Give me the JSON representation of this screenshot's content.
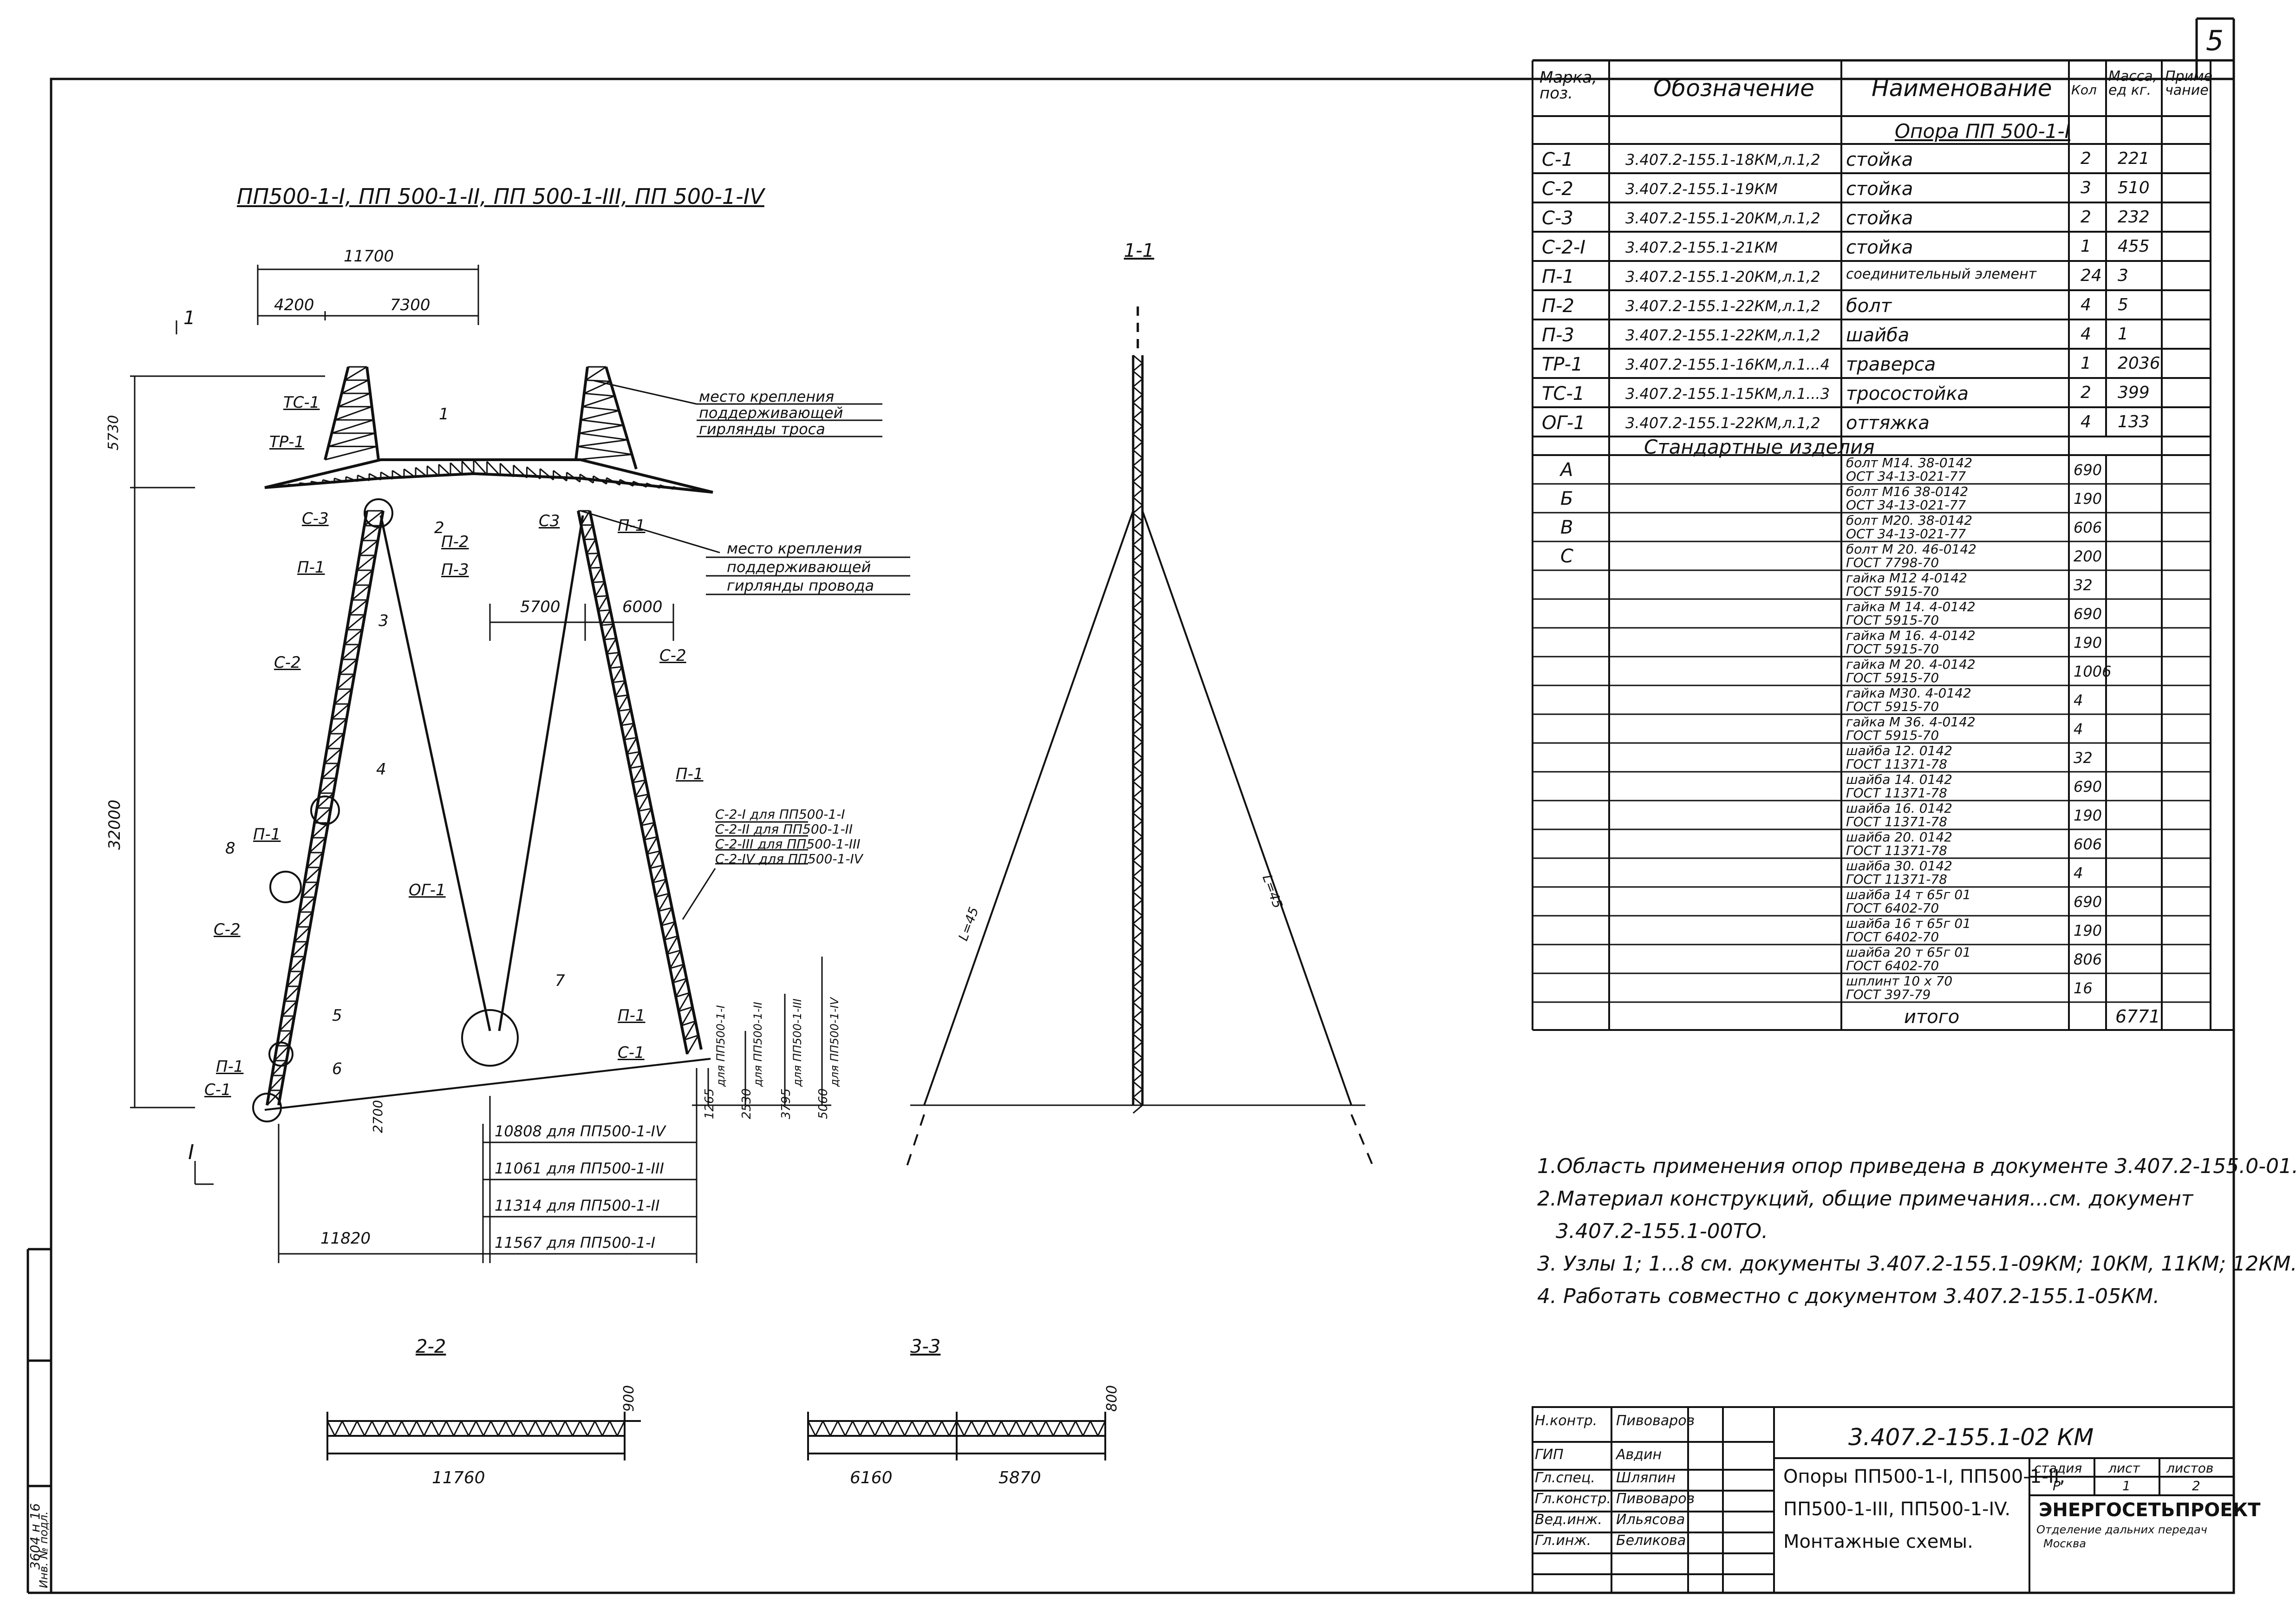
{
  "sheet_number": "5",
  "drawing_title": "ПП500-1-I, ПП 500-1-II, ПП 500-1-III, ПП 500-1-IV",
  "views": {
    "view_1_1": "1-1",
    "view_2_2": "2-2",
    "view_3_3": "3-3",
    "section_I": "I"
  },
  "dimensions": {
    "top_width": "11700",
    "left_span": "4200",
    "right_span": "7300",
    "height_top": "5730",
    "height_main": "32000",
    "mid_left": "5700",
    "mid_right": "6000",
    "base_width": "11820",
    "anchor_drop": "2700",
    "len_variants": [
      "10808 для ПП500-1-IV",
      "11061 для ПП500-1-III",
      "11314 для ПП500-1-II",
      "11567 для ПП500-1-I"
    ],
    "h_variants": [
      "1265",
      "2530",
      "3795",
      "5060"
    ],
    "h_variant_labels": [
      "для ПП500-1-I",
      "для ПП500-1-II",
      "для ПП500-1-III",
      "для ПП500-1-IV"
    ],
    "guy_len_left": "L=45",
    "guy_len_right": "L=45",
    "section22_width": "11760",
    "section22_height": "900",
    "section33_left": "6160",
    "section33_right": "5870",
    "section33_height": "800"
  },
  "labels": {
    "tc1": "ТС-1",
    "tp1": "ТР-1",
    "c3a": "С-3",
    "c3b": "С3",
    "p1": "П-1",
    "p2": "П-2",
    "p3": "П-3",
    "c2": "С-2",
    "c1": "С-1",
    "og1": "ОГ-1",
    "pos1": "1",
    "pos2": "2",
    "pos3": "3",
    "pos4": "4",
    "pos5": "5",
    "pos6": "6",
    "pos7": "7",
    "pos8": "8",
    "callout_top": [
      "место крепления",
      "поддерживающей",
      "гирлянды троса"
    ],
    "callout_mid": [
      "место крепления",
      "поддерживающей",
      "гирлянды провода"
    ],
    "variant_notes": [
      "С-2-I для ПП500-1-I",
      "С-2-II для ПП500-1-II",
      "С-2-III для ПП500-1-III",
      "С-2-IV для ПП500-1-IV"
    ]
  },
  "spec_table": {
    "headers": [
      "Марка, поз.",
      "Обозначение",
      "Наименование",
      "Кол",
      "Масса, ед кг.",
      "Приме чание"
    ],
    "group_title": "Опора ПП 500-1-I",
    "rows": [
      {
        "mark": "С-1",
        "doc": "3.407.2-155.1-18КМ,л.1,2",
        "name": "стойка",
        "qty": "2",
        "mass": "221"
      },
      {
        "mark": "С-2",
        "doc": "3.407.2-155.1-19КМ",
        "name": "стойка",
        "qty": "3",
        "mass": "510"
      },
      {
        "mark": "С-3",
        "doc": "3.407.2-155.1-20КМ,л.1,2",
        "name": "стойка",
        "qty": "2",
        "mass": "232"
      },
      {
        "mark": "С-2-I",
        "doc": "3.407.2-155.1-21КМ",
        "name": "стойка",
        "qty": "1",
        "mass": "455"
      },
      {
        "mark": "П-1",
        "doc": "3.407.2-155.1-20КМ,л.1,2",
        "name": "соединительный элемент",
        "qty": "24",
        "mass": "3"
      },
      {
        "mark": "П-2",
        "doc": "3.407.2-155.1-22КМ,л.1,2",
        "name": "болт",
        "qty": "4",
        "mass": "5"
      },
      {
        "mark": "П-3",
        "doc": "3.407.2-155.1-22КМ,л.1,2",
        "name": "шайба",
        "qty": "4",
        "mass": "1"
      },
      {
        "mark": "ТР-1",
        "doc": "3.407.2-155.1-16КМ,л.1...4",
        "name": "траверса",
        "qty": "1",
        "mass": "2036"
      },
      {
        "mark": "ТС-1",
        "doc": "3.407.2-155.1-15КМ,л.1...3",
        "name": "тросостойка",
        "qty": "2",
        "mass": "399"
      },
      {
        "mark": "ОГ-1",
        "doc": "3.407.2-155.1-22КМ,л.1,2",
        "name": "оттяжка",
        "qty": "4",
        "mass": "133"
      }
    ],
    "std_title": "Стандартные изделия",
    "std_rows": [
      {
        "mark": "А",
        "name1": "болт М14. 38-0142",
        "name2": "ОСТ 34-13-021-77",
        "qty": "690"
      },
      {
        "mark": "Б",
        "name1": "болт М16 38-0142",
        "name2": "ОСТ 34-13-021-77",
        "qty": "190"
      },
      {
        "mark": "В",
        "name1": "болт М20. 38-0142",
        "name2": "ОСТ 34-13-021-77",
        "qty": "606"
      },
      {
        "mark": "С",
        "name1": "болт М 20. 46-0142",
        "name2": "ГОСТ 7798-70",
        "qty": "200"
      },
      {
        "mark": "",
        "name1": "гайка М12 4-0142",
        "name2": "ГОСТ 5915-70",
        "qty": "32"
      },
      {
        "mark": "",
        "name1": "гайка М 14. 4-0142",
        "name2": "ГОСТ 5915-70",
        "qty": "690"
      },
      {
        "mark": "",
        "name1": "гайка М 16. 4-0142",
        "name2": "ГОСТ 5915-70",
        "qty": "190"
      },
      {
        "mark": "",
        "name1": "гайка М 20. 4-0142",
        "name2": "ГОСТ 5915-70",
        "qty": "1006"
      },
      {
        "mark": "",
        "name1": "гайка М30. 4-0142",
        "name2": "ГОСТ 5915-70",
        "qty": "4"
      },
      {
        "mark": "",
        "name1": "гайка М 36. 4-0142",
        "name2": "ГОСТ 5915-70",
        "qty": "4"
      },
      {
        "mark": "",
        "name1": "шайба 12. 0142",
        "name2": "ГОСТ 11371-78",
        "qty": "32"
      },
      {
        "mark": "",
        "name1": "шайба 14. 0142",
        "name2": "ГОСТ 11371-78",
        "qty": "690"
      },
      {
        "mark": "",
        "name1": "шайба 16. 0142",
        "name2": "ГОСТ 11371-78",
        "qty": "190"
      },
      {
        "mark": "",
        "name1": "шайба 20. 0142",
        "name2": "ГОСТ 11371-78",
        "qty": "606"
      },
      {
        "mark": "",
        "name1": "шайба 30. 0142",
        "name2": "ГОСТ 11371-78",
        "qty": "4"
      },
      {
        "mark": "",
        "name1": "шайба 14 т 65г 01",
        "name2": "ГОСТ 6402-70",
        "qty": "690"
      },
      {
        "mark": "",
        "name1": "шайба 16 т 65г 01",
        "name2": "ГОСТ 6402-70",
        "qty": "190"
      },
      {
        "mark": "",
        "name1": "шайба 20 т 65г 01",
        "name2": "ГОСТ 6402-70",
        "qty": "806"
      },
      {
        "mark": "",
        "name1": "шплинт 10 х 70",
        "name2": "ГОСТ 397-79",
        "qty": "16"
      }
    ],
    "total_label": "итого",
    "total_mass": "6771"
  },
  "notes": [
    "1.Область применения опор приведена в документе 3.407.2-155.0-01.",
    "2.Материал конструкций, общие примечания...см. документ",
    "3.407.2-155.1-00ТО.",
    "3. Узлы 1; 1...8 см. документы 3.407.2-155.1-09КМ; 10КМ, 11КМ; 12КМ.",
    "4. Работать совместно с документом 3.407.2-155.1-05КМ."
  ],
  "title_block": {
    "doc_code": "3.407.2-155.1-02 КМ",
    "title_lines": [
      "Опоры ПП500-1-I, ПП500-1-II,",
      "ПП500-1-III, ПП500-1-IV.",
      "Монтажные схемы."
    ],
    "roles": [
      {
        "role": "Н.контр.",
        "name": "Пивоваров"
      },
      {
        "role": "ГИП",
        "name": "Авдин"
      },
      {
        "role": "Гл.спец.",
        "name": "Шляпин"
      },
      {
        "role": "Гл.констр.",
        "name": "Пивоваров"
      },
      {
        "role": "Вед.инж.",
        "name": "Ильясова"
      },
      {
        "role": "Гл.инж.",
        "name": "Беликова"
      }
    ],
    "stage_label": "стадия",
    "sheet_label": "лист",
    "sheets_label": "листов",
    "stage": "Р",
    "sheet": "1",
    "sheets": "2",
    "org": "ЭНЕРГОСЕТЬПРОЕКТ",
    "org_sub": [
      "Отделение дальних передач",
      "Москва"
    ],
    "side_stamp": [
      "Инв. № подл.",
      "3604 н 16"
    ]
  }
}
